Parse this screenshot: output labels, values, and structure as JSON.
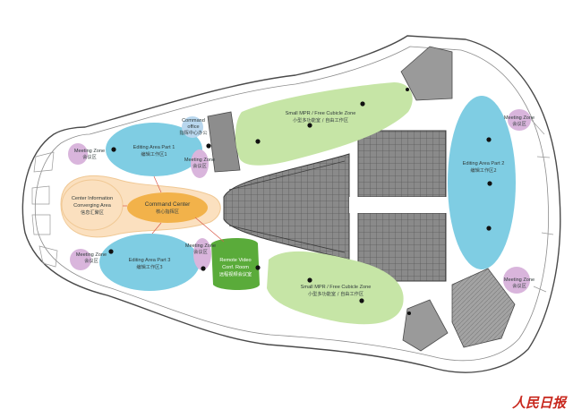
{
  "zones": {
    "editing1": {
      "en": "Editing Area Part 1",
      "cn": "编辑工作区1"
    },
    "editing2": {
      "en": "Editing Area Part 2",
      "cn": "编辑工作区2"
    },
    "editing3": {
      "en": "Editing Area Part 3",
      "cn": "编辑工作区3"
    },
    "command_office": {
      "en1": "Command",
      "en2": "office",
      "cn": "指挥中心办公"
    },
    "meeting": {
      "en": "Meeting Zone",
      "cn": "会议区"
    },
    "info": {
      "en1": "Center Information",
      "en2": "Converging Area",
      "cn": "信息汇聚区"
    },
    "command_center": {
      "en": "Command Center",
      "cn": "核心指挥区"
    },
    "remote": {
      "en1": "Remote Video",
      "en2": "Conf. Room",
      "cn": "远程视频会议室"
    },
    "small_upper": {
      "en": "Small MPR / Free Cubicle Zone",
      "cn": "小型多功能室 / 自由工作区"
    },
    "small_lower": {
      "en": "Small MPR / Free Cubicle Zone",
      "cn": "小型多功能室 / 自由工作区"
    }
  },
  "logo": {
    "text": "人民日报"
  },
  "colors": {
    "blue_zone": "#7fcde3",
    "green_zone": "#c6e5a6",
    "dark_green": "#5aab3a",
    "orange": "#f2b24a",
    "peach": "#fbe0bf",
    "purple": "#d9b5dc",
    "core_gray": "#6f6f6f",
    "logo_red": "#c8281e"
  }
}
